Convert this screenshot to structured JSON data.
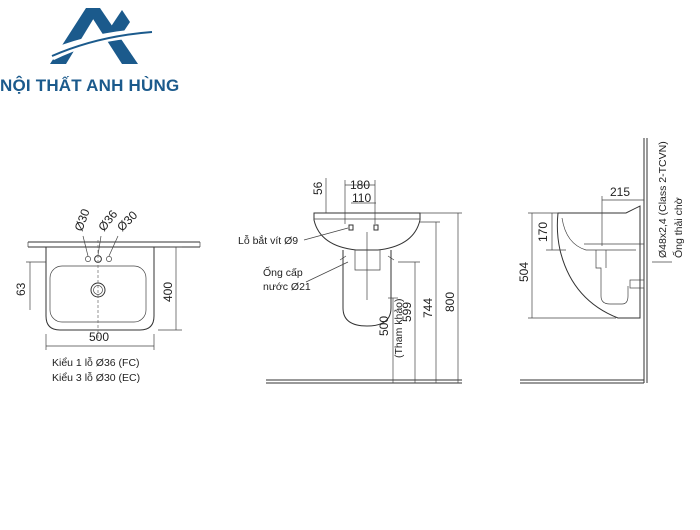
{
  "brand": {
    "name": "NỘI THẤT ANH HÙNG",
    "color": "#1b5a8c",
    "logo_icon": "anh-hung-logo-icon"
  },
  "top_view": {
    "labels": {
      "hole_left": "Ø30",
      "hole_center": "Ø36",
      "hole_right": "Ø30",
      "depth": "400",
      "front_offset": "63",
      "width": "500"
    },
    "notes": [
      "Kiểu 1 lỗ Ø36 (FC)",
      "Kiểu 3 lỗ Ø30 (EC)"
    ]
  },
  "front_view": {
    "labels": {
      "d56": "56",
      "d180": "180",
      "d110": "110",
      "screw_hole": "Lỗ bắt vít Ø9",
      "supply_line1": "Ống cấp",
      "supply_line2": "nước Ø21",
      "d500": "500",
      "ref": "(Tham khảo)",
      "d599": "599",
      "d744": "744",
      "d800": "800"
    }
  },
  "side_view": {
    "labels": {
      "d215": "215",
      "d170": "170",
      "d504": "504",
      "drain_spec": "Ø48x2,4 (Class 2-TCVN)",
      "waste_pipe": "Ống thải chờ"
    }
  }
}
